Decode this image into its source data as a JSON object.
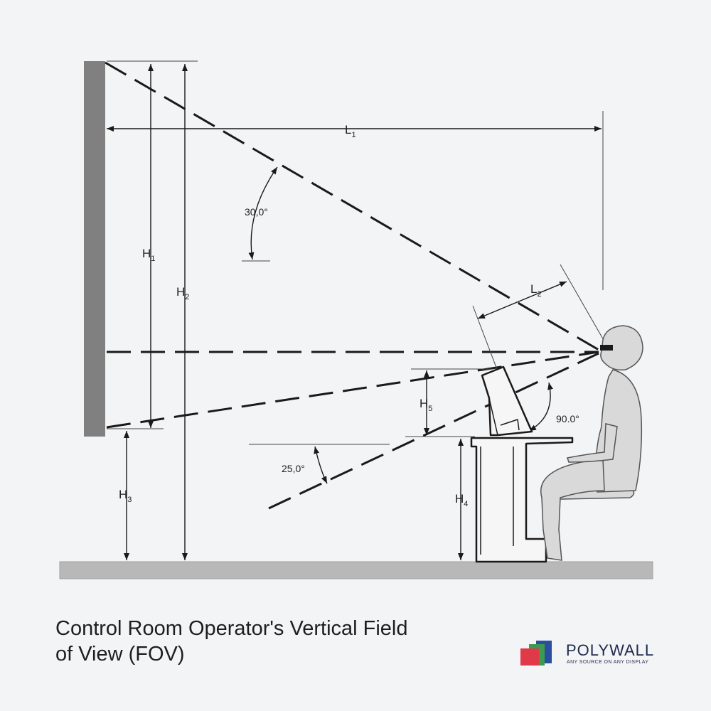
{
  "labels": {
    "L1": {
      "main": "L",
      "sub": "1"
    },
    "L2": {
      "main": "L",
      "sub": "2"
    },
    "H1": {
      "main": "H",
      "sub": "1"
    },
    "H2": {
      "main": "H",
      "sub": "2"
    },
    "H3": {
      "main": "H",
      "sub": "3"
    },
    "H4": {
      "main": "H",
      "sub": "4"
    },
    "H5": {
      "main": "H",
      "sub": "5"
    }
  },
  "angles": {
    "upper": "30,0°",
    "lower": "25,0°",
    "monitor": "90.0°"
  },
  "caption": {
    "line1": "Control Room Operator's Vertical Field",
    "line2": "of View (FOV)"
  },
  "logo": {
    "name": "POLYWALL",
    "tagline": "ANY SOURCE ON ANY DISPLAY",
    "colors": {
      "red": "#e03a4a",
      "green": "#3e9a4f",
      "blue": "#2a4f9e",
      "text": "#1f2a4d"
    }
  },
  "colors": {
    "background": "#f3f4f5",
    "wall": "#808080",
    "floor": "#b8b8b8",
    "line": "#1a1a1a",
    "figure": "#d9d9d9"
  }
}
